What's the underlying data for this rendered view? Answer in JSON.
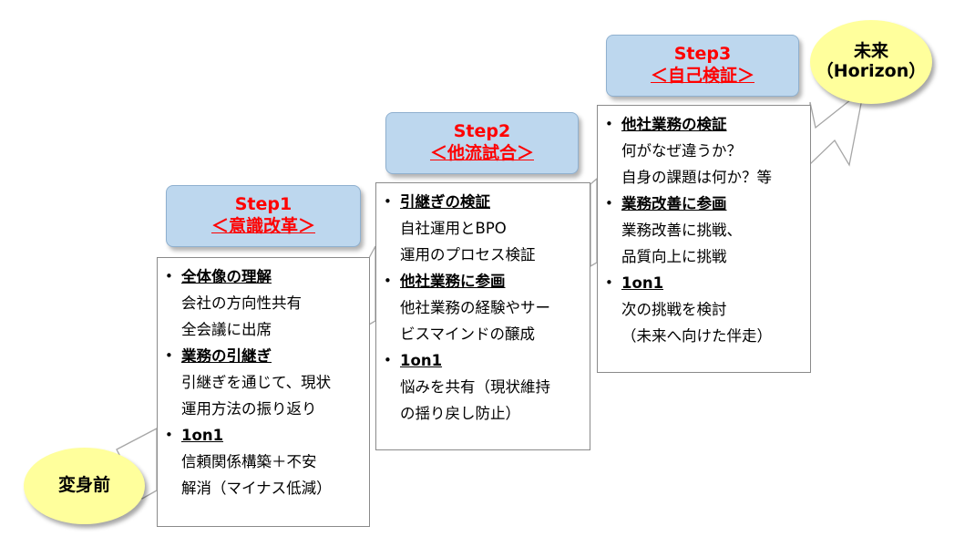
{
  "start_label": "変身前",
  "goal": {
    "line1": "未来",
    "line2": "（Horizon）"
  },
  "steps": [
    {
      "title": "Step1",
      "subtitle": "＜意識改革＞",
      "items": [
        {
          "title": "全体像の理解",
          "lines": [
            "会社の方向性共有",
            "全会議に出席"
          ]
        },
        {
          "title": "業務の引継ぎ",
          "lines": [
            "引継ぎを通じて、現状",
            "運用方法の振り返り"
          ]
        },
        {
          "title": "1on1",
          "lines": [
            "信頼関係構築＋不安",
            "解消（マイナス低減）"
          ]
        }
      ]
    },
    {
      "title": "Step2",
      "subtitle": "＜他流試合＞",
      "items": [
        {
          "title": "引継ぎの検証",
          "lines": [
            "自社運用とBPO",
            "運用のプロセス検証"
          ]
        },
        {
          "title": "他社業務に参画",
          "lines": [
            "他社業務の経験やサー",
            "ビスマインドの醸成"
          ]
        },
        {
          "title": "1on1",
          "lines": [
            "悩みを共有（現状維持",
            "の揺り戻し防止）"
          ]
        }
      ]
    },
    {
      "title": "Step3",
      "subtitle": "＜自己検証＞",
      "items": [
        {
          "title": "他社業務の検証",
          "lines": [
            "何がなぜ違うか？",
            "自身の課題は何か？等"
          ]
        },
        {
          "title": "業務改善に参画",
          "lines": [
            "業務改善に挑戦、",
            "品質向上に挑戦"
          ]
        },
        {
          "title": "1on1",
          "lines": [
            "次の挑戦を検討",
            "（未来へ向けた伴走）"
          ]
        }
      ]
    }
  ]
}
